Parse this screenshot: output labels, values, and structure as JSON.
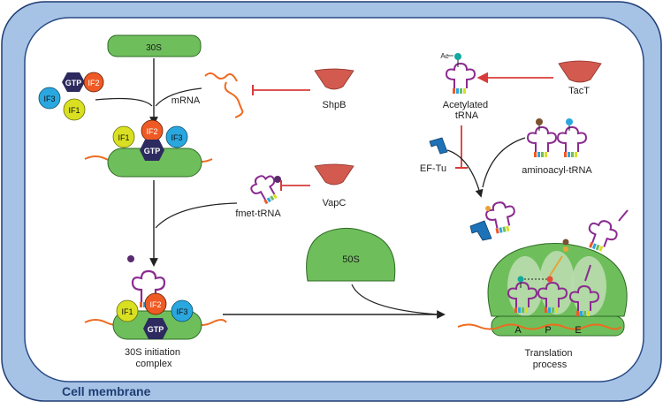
{
  "labels": {
    "ssu": "30S",
    "mrna": "mRNA",
    "shpb": "ShpB",
    "vapc": "VapC",
    "fmet_trna": "fmet-tRNA",
    "initiation_complex": "30S initiation\ncomplex",
    "lsu": "50S",
    "tact": "TacT",
    "ac": "Ac",
    "acetylated_trna": "Acetylated\ntRNA",
    "aminoacyl_trna": "aminoacyl-tRNA",
    "ef_tu": "EF-Tu",
    "translation_process": "Translation\nprocess",
    "site_a": "A",
    "site_p": "P",
    "site_e": "E",
    "cell_membrane": "Cell membrane",
    "gtp": "GTP",
    "if1": "IF1",
    "if2": "IF2",
    "if3": "IF3"
  },
  "colors": {
    "membrane_fill": "#a6c3e6",
    "membrane_stroke": "#1f3d73",
    "ribosome_green": "#6fbe5c",
    "toxin_red": "#d25a4f",
    "inhibit_red": "#d93b3b",
    "mrna_orange": "#ef6a1f",
    "trna_purple": "#8a2b8f",
    "gtp_navy": "#2c2a5e",
    "if1_yellow": "#d9e021",
    "if2_orange": "#ef5a24",
    "if3_blue": "#2aa7df",
    "eftu_blue": "#1d72b8"
  }
}
